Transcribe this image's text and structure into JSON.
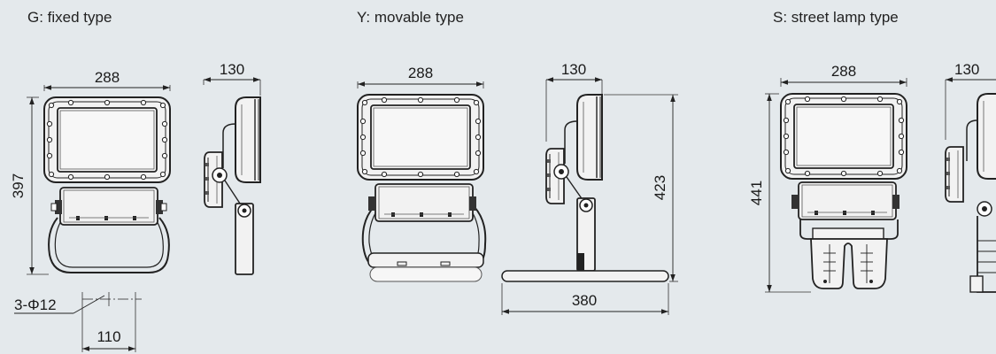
{
  "types": [
    {
      "title": "G: fixed type",
      "dims": {
        "width": "288",
        "depth": "130",
        "height": "397",
        "hole_spec": "3-Φ12",
        "hole_spacing": "110"
      }
    },
    {
      "title": "Y: movable type",
      "dims": {
        "width": "288",
        "depth": "130",
        "height": "423",
        "base_length": "380"
      }
    },
    {
      "title": "S: street lamp type",
      "dims": {
        "width": "288",
        "depth": "130",
        "height": "441"
      }
    }
  ]
}
